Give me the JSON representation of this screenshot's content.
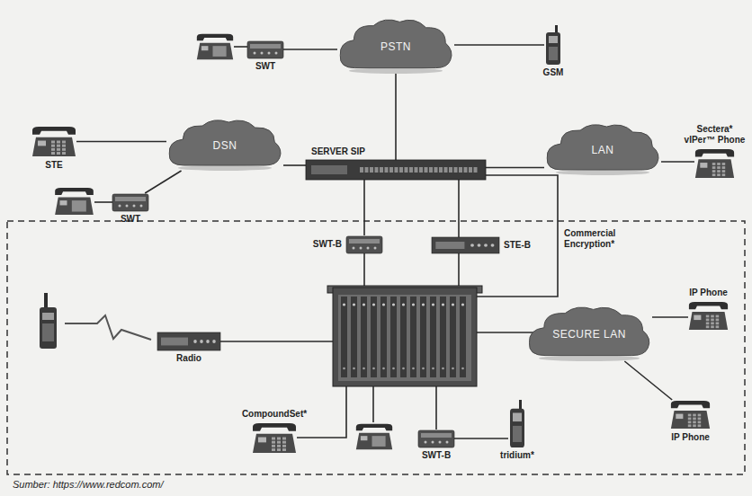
{
  "diagram": {
    "nodes": [
      {
        "text": [
          "SWT"
        ]
      },
      {
        "text": [
          "PSTN"
        ]
      },
      {
        "text": [
          "GSM"
        ]
      },
      {
        "text": [
          "STE"
        ]
      },
      {
        "text": [
          "DSN"
        ]
      },
      {
        "text": [
          "SWT"
        ]
      },
      {
        "text": [
          "SERVER SIP"
        ]
      },
      {
        "text": [
          "LAN"
        ]
      },
      {
        "text": [
          "Sectera* vIPer™ Phone"
        ]
      },
      {
        "text": [
          "SWT-B"
        ]
      },
      {
        "text": [
          "STE-B"
        ]
      },
      {
        "text": [
          "Radio"
        ]
      },
      {
        "text": [
          "SECURE LAN"
        ]
      },
      {
        "text": [
          "IP Phone"
        ]
      },
      {
        "text": [
          "IP Phone"
        ]
      },
      {
        "text": [
          "CompoundSet*"
        ]
      },
      {
        "text": [
          "SWT-B"
        ]
      },
      {
        "text": [
          "tridium*"
        ]
      }
    ],
    "edges": [
      {
        "from": 0,
        "to": 1,
        "arrow": "none"
      },
      {
        "from": 1,
        "to": 2,
        "arrow": "none"
      },
      {
        "from": 3,
        "to": 4,
        "arrow": "none"
      },
      {
        "from": 5,
        "to": 4,
        "arrow": "none"
      },
      {
        "from": 4,
        "to": 6,
        "arrow": "none"
      },
      {
        "from": 1,
        "to": 6,
        "arrow": "none"
      },
      {
        "from": 6,
        "to": 7,
        "arrow": "none"
      },
      {
        "from": 7,
        "to": 8,
        "arrow": "none"
      },
      {
        "from": 6,
        "to": 9,
        "arrow": "none"
      },
      {
        "from": 6,
        "to": 10,
        "arrow": "none"
      },
      {
        "from": 12,
        "to": 13,
        "arrow": "none"
      },
      {
        "from": 12,
        "to": 14,
        "arrow": "none"
      },
      {
        "from": 16,
        "to": 17,
        "arrow": "none"
      }
    ],
    "labels": [
      "Commercial Encryption*",
      "Sumber: https://www.redcom.com/"
    ]
  }
}
